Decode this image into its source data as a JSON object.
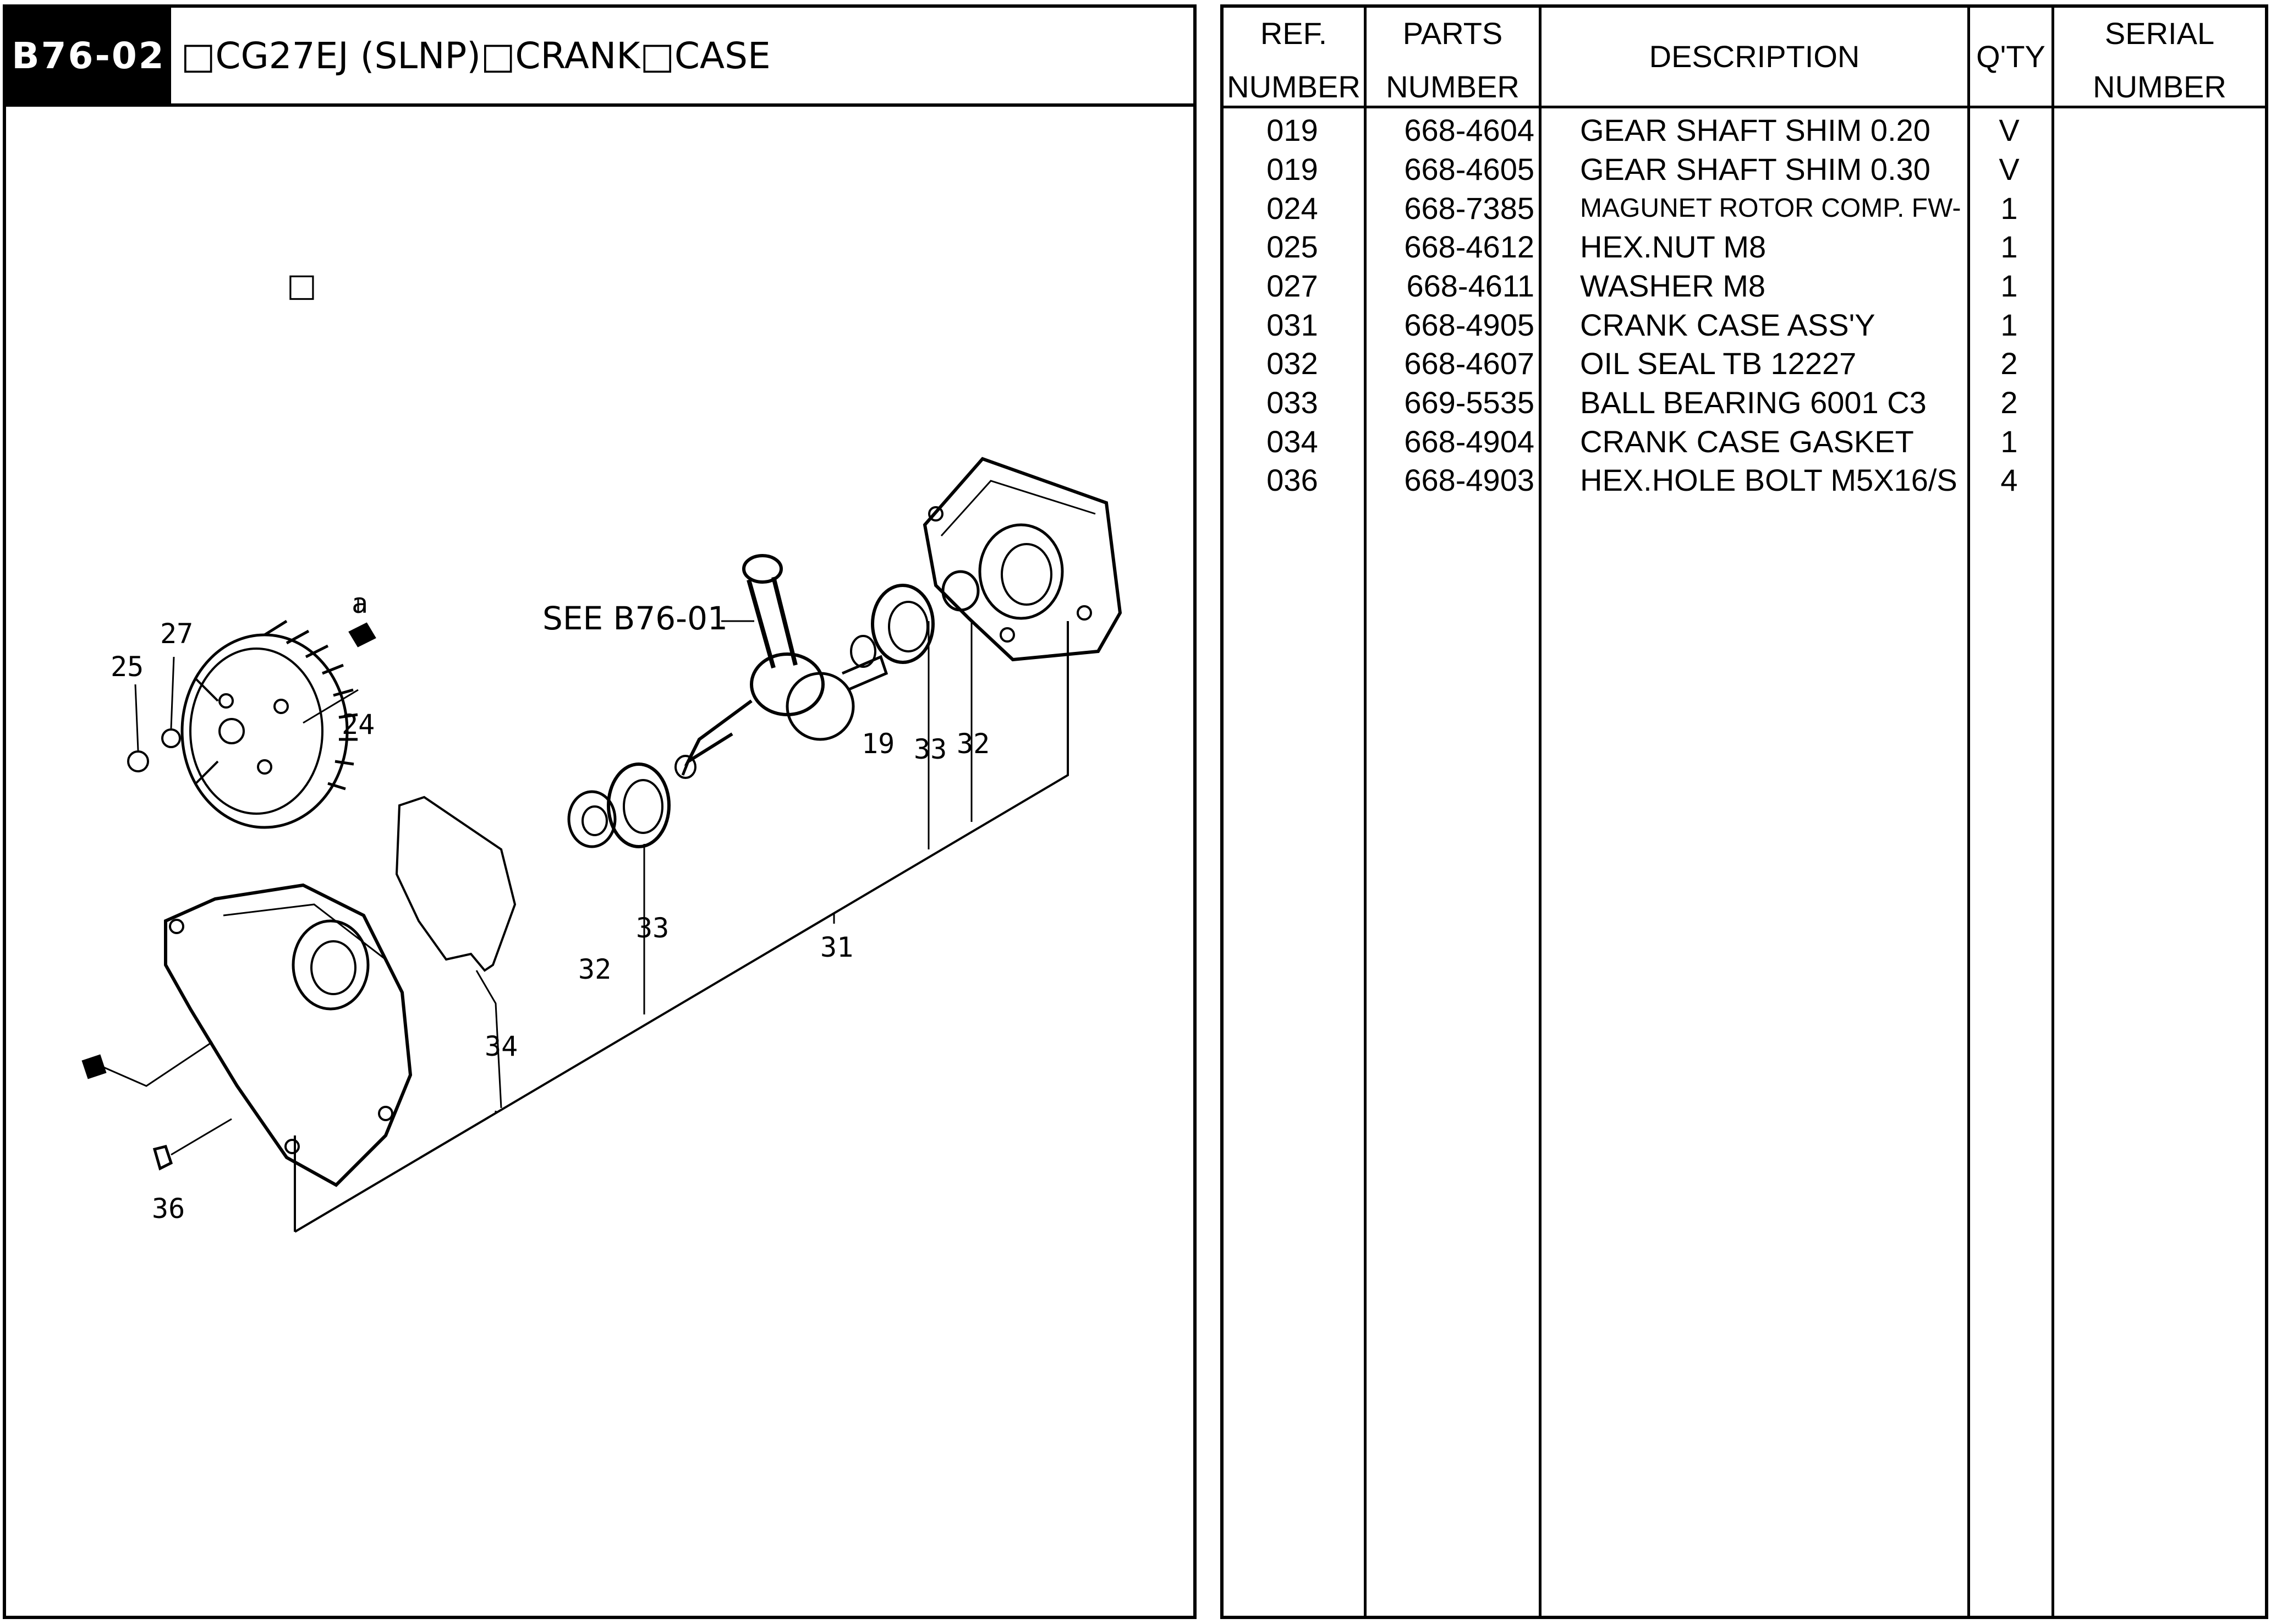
{
  "header": {
    "section_code": "B76-02",
    "section_title": "□CG27EJ (SLNP)□CRANK□CASE"
  },
  "diagram": {
    "placeholder_glyph": "□",
    "see_reference": "SEE B76-01",
    "callouts": {
      "c27": "27",
      "c25": "25",
      "c24": "24",
      "ca": "a",
      "c19": "19",
      "c33a": "33",
      "c32a": "32",
      "c33b": "33",
      "c31": "31",
      "c32b": "32",
      "c34": "34",
      "c36": "36"
    }
  },
  "table": {
    "headers": {
      "ref_line1": "REF.",
      "ref_line2": "NUMBER",
      "parts_line1": "PARTS",
      "parts_line2": "NUMBER",
      "description": "DESCRIPTION",
      "qty": "Q'TY",
      "serial_line1": "SERIAL",
      "serial_line2": "NUMBER"
    },
    "rows": [
      {
        "ref": "019",
        "part": "668-4604",
        "desc": "GEAR SHAFT SHIM 0.20",
        "qty": "V"
      },
      {
        "ref": "019",
        "part": "668-4605",
        "desc": "GEAR SHAFT SHIM 0.30",
        "qty": "V"
      },
      {
        "ref": "024",
        "part": "668-7385",
        "desc": "MAGUNET ROTOR COMP. FW-",
        "qty": "1"
      },
      {
        "ref": "025",
        "part": "668-4612",
        "desc": "HEX.NUT M8",
        "qty": "1"
      },
      {
        "ref": "027",
        "part": "668-4611",
        "desc": "WASHER M8",
        "qty": "1"
      },
      {
        "ref": "031",
        "part": "668-4905",
        "desc": "CRANK CASE ASS'Y",
        "qty": "1"
      },
      {
        "ref": "032",
        "part": "668-4607",
        "desc": "OIL SEAL TB 12227",
        "qty": "2"
      },
      {
        "ref": "033",
        "part": "669-5535",
        "desc": "BALL BEARING 6001 C3",
        "qty": "2"
      },
      {
        "ref": "034",
        "part": "668-4904",
        "desc": "CRANK CASE GASKET",
        "qty": "1"
      },
      {
        "ref": "036",
        "part": "668-4903",
        "desc": "HEX.HOLE BOLT M5X16/S",
        "qty": "4"
      }
    ]
  }
}
